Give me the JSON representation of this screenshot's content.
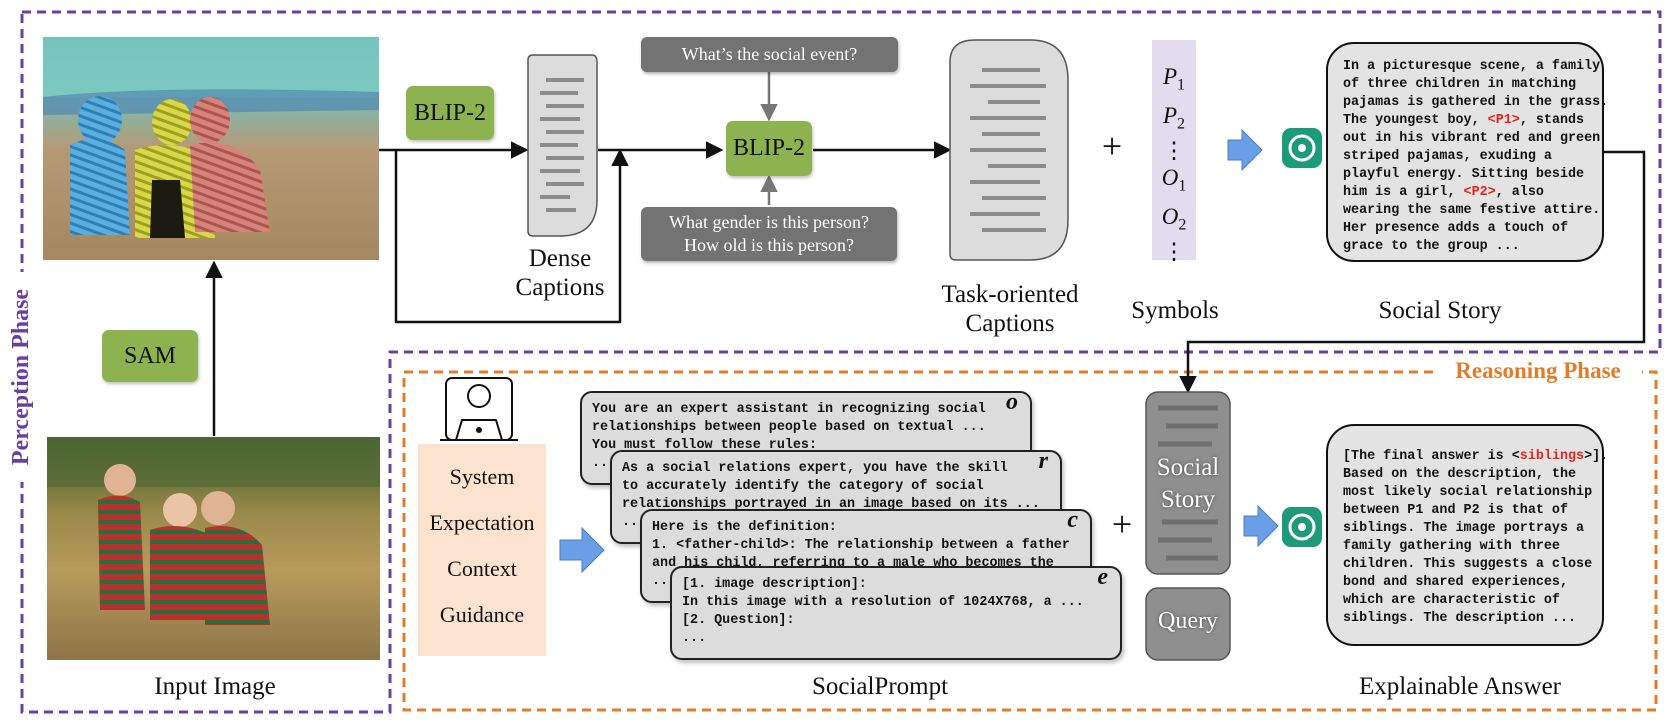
{
  "perception_phase": "Perception Phase",
  "reasoning_phase": "Reasoning Phase",
  "input_image_label": "Input Image",
  "sam_label": "SAM",
  "blip2_first": "BLIP-2",
  "blip2_second": "BLIP-2",
  "dense_captions_label": [
    "Dense",
    "Captions"
  ],
  "question_top": "What’s the social event?",
  "question_bottom": [
    "What gender is this person?",
    "How old is this person?"
  ],
  "task_captions_label": [
    "Task-oriented",
    "Captions"
  ],
  "plus": "+",
  "symbols": {
    "label": "Symbols",
    "items": [
      "P1",
      "P2",
      "⋮",
      "O1",
      "O2",
      "⋮"
    ]
  },
  "social_story": {
    "label": "Social Story",
    "lines": [
      "In a picturesque scene, a family",
      "of three children in matching",
      "pajamas is gathered in the grass.",
      "The youngest boy, <P1>, stands",
      "out in his vibrant red and green",
      "striped pajamas, exuding a",
      "playful energy. Sitting beside",
      "him is a girl, <P2>, also",
      "wearing the same festive attire.",
      "Her presence adds a touch of",
      "grace to the group ..."
    ]
  },
  "system_panel": [
    "System",
    "Expectation",
    "Context",
    "Guidance"
  ],
  "prompt_cards": [
    {
      "tag": "o",
      "lines": [
        "You are an expert assistant in recognizing social",
        "relationships between people based on textual ...",
        "You must follow these rules:",
        "..."
      ]
    },
    {
      "tag": "r",
      "lines": [
        "As a social relations expert, you have the skill",
        "to accurately identify the category of social",
        "relationships portrayed in an image based on its ...",
        "..."
      ]
    },
    {
      "tag": "c",
      "lines": [
        "Here is the definition:",
        "1. <father-child>: The relationship between a father",
        "and his child, referring to a male who becomes the",
        "..."
      ]
    },
    {
      "tag": "e",
      "lines": [
        "[1. image description]:",
        "In this image with a resolution of 1024X768, a ...",
        "[2. Question]:",
        "..."
      ]
    }
  ],
  "social_prompt_label": "SocialPrompt",
  "story_block": [
    "Social",
    "Story"
  ],
  "query_block": "Query",
  "answer": {
    "label": "Explainable Answer",
    "lines": [
      "[The final answer is <siblings>].",
      "Based on the description, the",
      "most likely social relationship",
      "between P1 and P2 is that of",
      "siblings. The image portrays a",
      "family gathering with three",
      "children. This suggests a close",
      "bond and shared experiences,",
      "which are characteristic of",
      "siblings. The description ..."
    ]
  },
  "colors": {
    "perception": "#6b3fa0",
    "reasoning": "#e37c2a",
    "green": "#8cb34f",
    "arrow_blue": "#6a9ee6",
    "gpt": "#1d9a7a"
  }
}
